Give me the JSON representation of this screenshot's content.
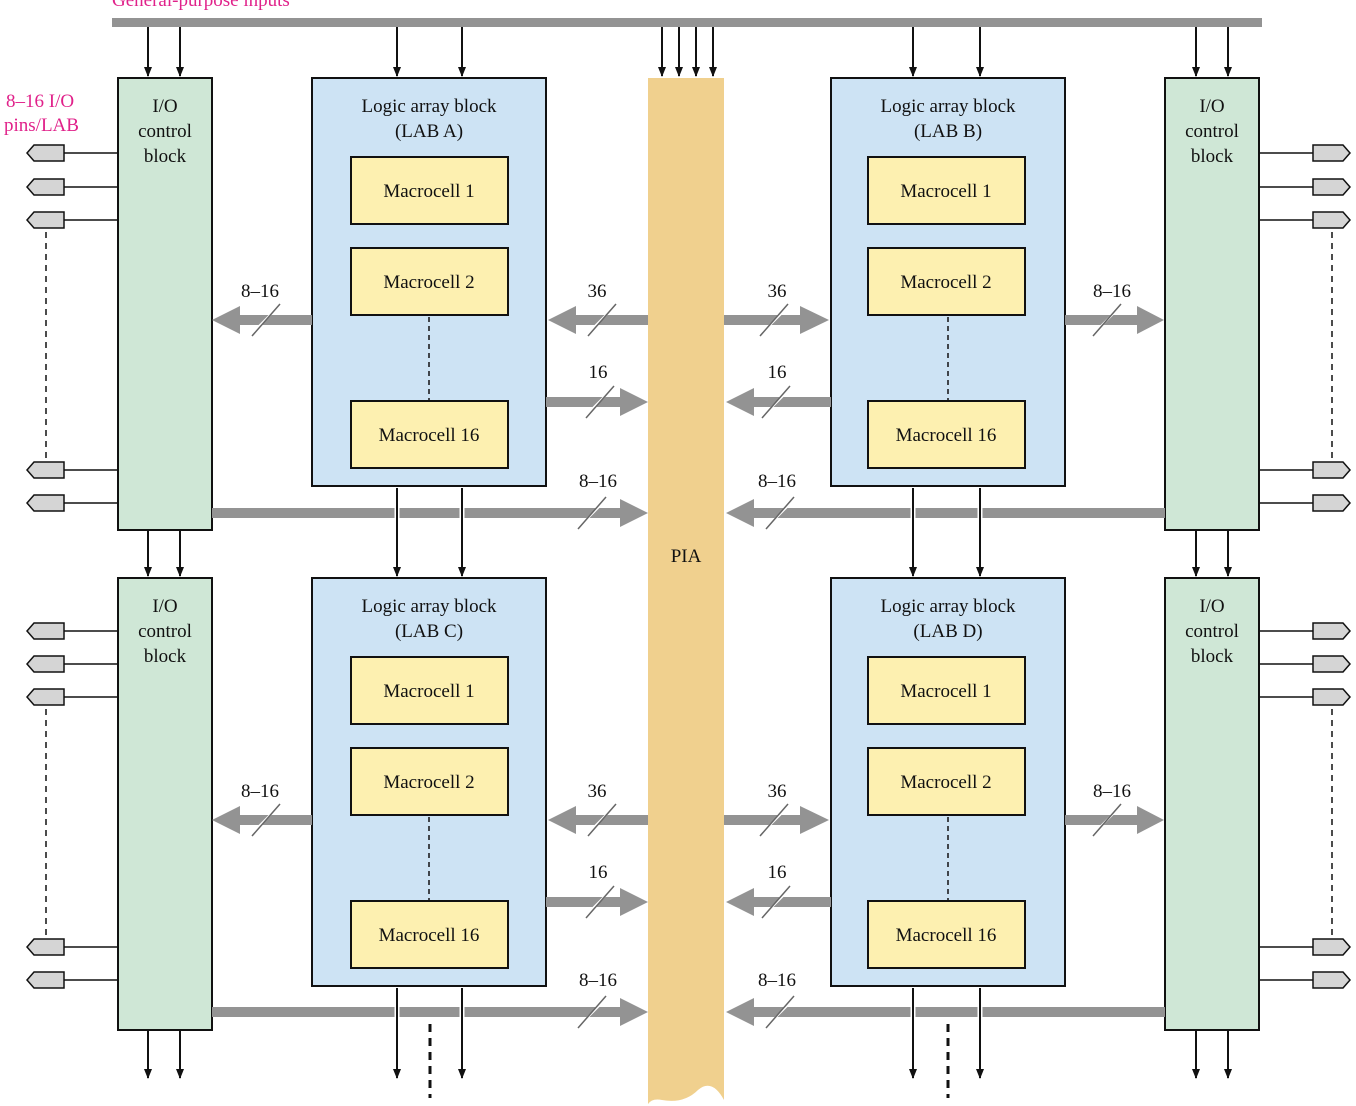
{
  "header": {
    "general_inputs_label": "General-purpose inputs"
  },
  "io_pins_label": {
    "line1": "8–16 I/O",
    "line2": "pins/LAB"
  },
  "pia_label": "PIA",
  "io_blocks": [
    {
      "line1": "I/O",
      "line2": "control",
      "line3": "block"
    },
    {
      "line1": "I/O",
      "line2": "control",
      "line3": "block"
    },
    {
      "line1": "I/O",
      "line2": "control",
      "line3": "block"
    },
    {
      "line1": "I/O",
      "line2": "control",
      "line3": "block"
    }
  ],
  "labs": [
    {
      "title": "Logic array block",
      "subtitle": "(LAB A)",
      "macrocells": [
        "Macrocell 1",
        "Macrocell 2",
        "Macrocell 16"
      ]
    },
    {
      "title": "Logic array block",
      "subtitle": "(LAB B)",
      "macrocells": [
        "Macrocell 1",
        "Macrocell 2",
        "Macrocell 16"
      ]
    },
    {
      "title": "Logic array block",
      "subtitle": "(LAB C)",
      "macrocells": [
        "Macrocell 1",
        "Macrocell 2",
        "Macrocell 16"
      ]
    },
    {
      "title": "Logic array block",
      "subtitle": "(LAB D)",
      "macrocells": [
        "Macrocell 1",
        "Macrocell 2",
        "Macrocell 16"
      ]
    }
  ],
  "bus_widths": {
    "io": "8–16",
    "pia_to_lab": "36",
    "lab_to_pia": "16",
    "io_to_pia": "8–16"
  },
  "colors": {
    "accent_text": "#e0218a",
    "io_block_fill": "#cfe7d6",
    "lab_fill": "#cde3f4",
    "macrocell_fill": "#fdf0b0",
    "pia_fill": "#f0d08e",
    "bus_gray": "#939393",
    "pin_fill": "#d5d5d5"
  }
}
